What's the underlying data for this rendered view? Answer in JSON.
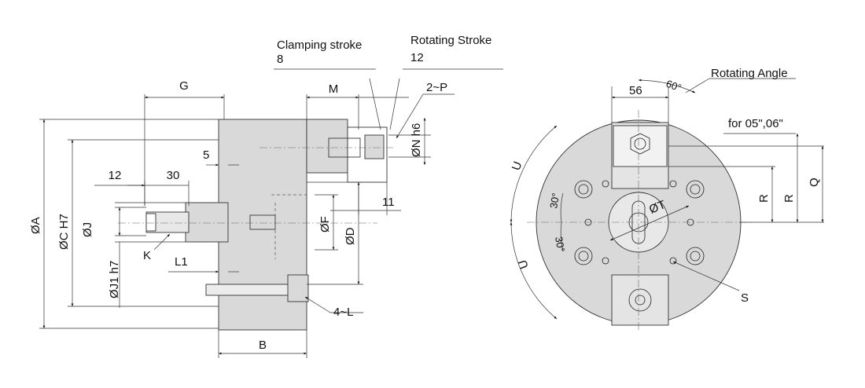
{
  "side_view": {
    "clamping_stroke_label": "Clamping stroke",
    "clamping_stroke_value": "8",
    "rotating_stroke_label": "Rotating Stroke",
    "rotating_stroke_value": "12",
    "dim_G": "G",
    "dim_M": "M",
    "dim_2P": "2~P",
    "dim_5": "5",
    "dim_12": "12",
    "dim_30": "30",
    "dim_11": "11",
    "dim_A": "ØA",
    "dim_C": "ØC H7",
    "dim_J": "ØJ",
    "dim_J1": "ØJ1 h7",
    "dim_K": "K",
    "dim_L1": "L1",
    "dim_F": "ØF",
    "dim_D": "ØD",
    "dim_N": "ØN h6",
    "dim_4L": "4~L",
    "dim_B": "B"
  },
  "front_view": {
    "rotating_angle_label": "Rotating Angle",
    "dim_56": "56",
    "dim_60": "60°",
    "note_sizes": "for 05\",06\"",
    "dim_U_top": "U",
    "dim_U_bottom": "U",
    "dim_30_top": "30°",
    "dim_30_bottom": "30°",
    "dim_T": "ØT",
    "dim_R1": "R",
    "dim_R2": "R",
    "dim_Q": "Q",
    "dim_S": "S"
  }
}
